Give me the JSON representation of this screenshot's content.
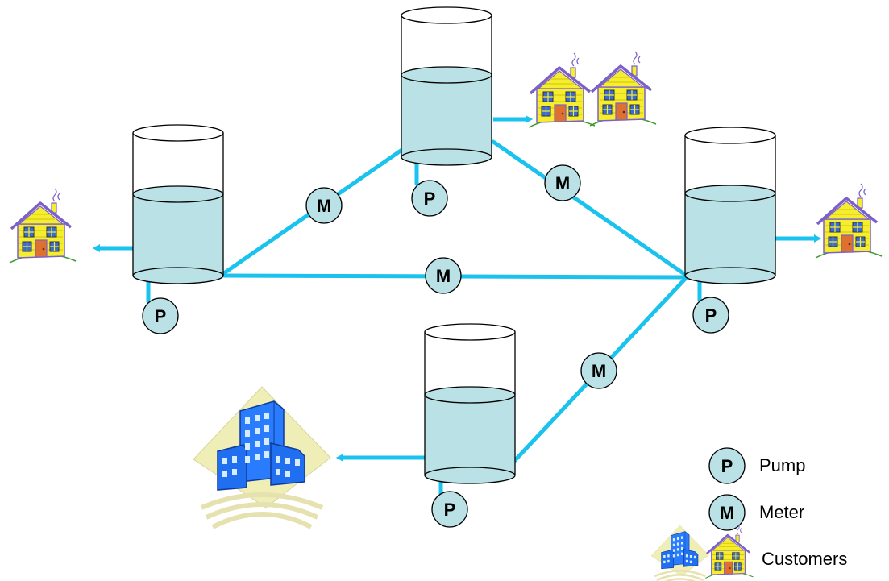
{
  "colors": {
    "pipe": "#19c3ee",
    "water": "#b9e1e6",
    "badge_fill": "#b9e1e6",
    "outline": "#000000",
    "house_wall": "#f5ee2e",
    "house_roof": "#7b60c9",
    "building_blue": "#1f6ff0",
    "building_tile": "#f0eeb7",
    "grass": "#3a9a2c"
  },
  "symbols": {
    "pump": "P",
    "meter": "M"
  },
  "legend": {
    "pump_label": "Pump",
    "meter_label": "Meter",
    "customers_label": "Customers"
  },
  "icons": {
    "house": "house-icon",
    "office": "office-building-icon"
  }
}
